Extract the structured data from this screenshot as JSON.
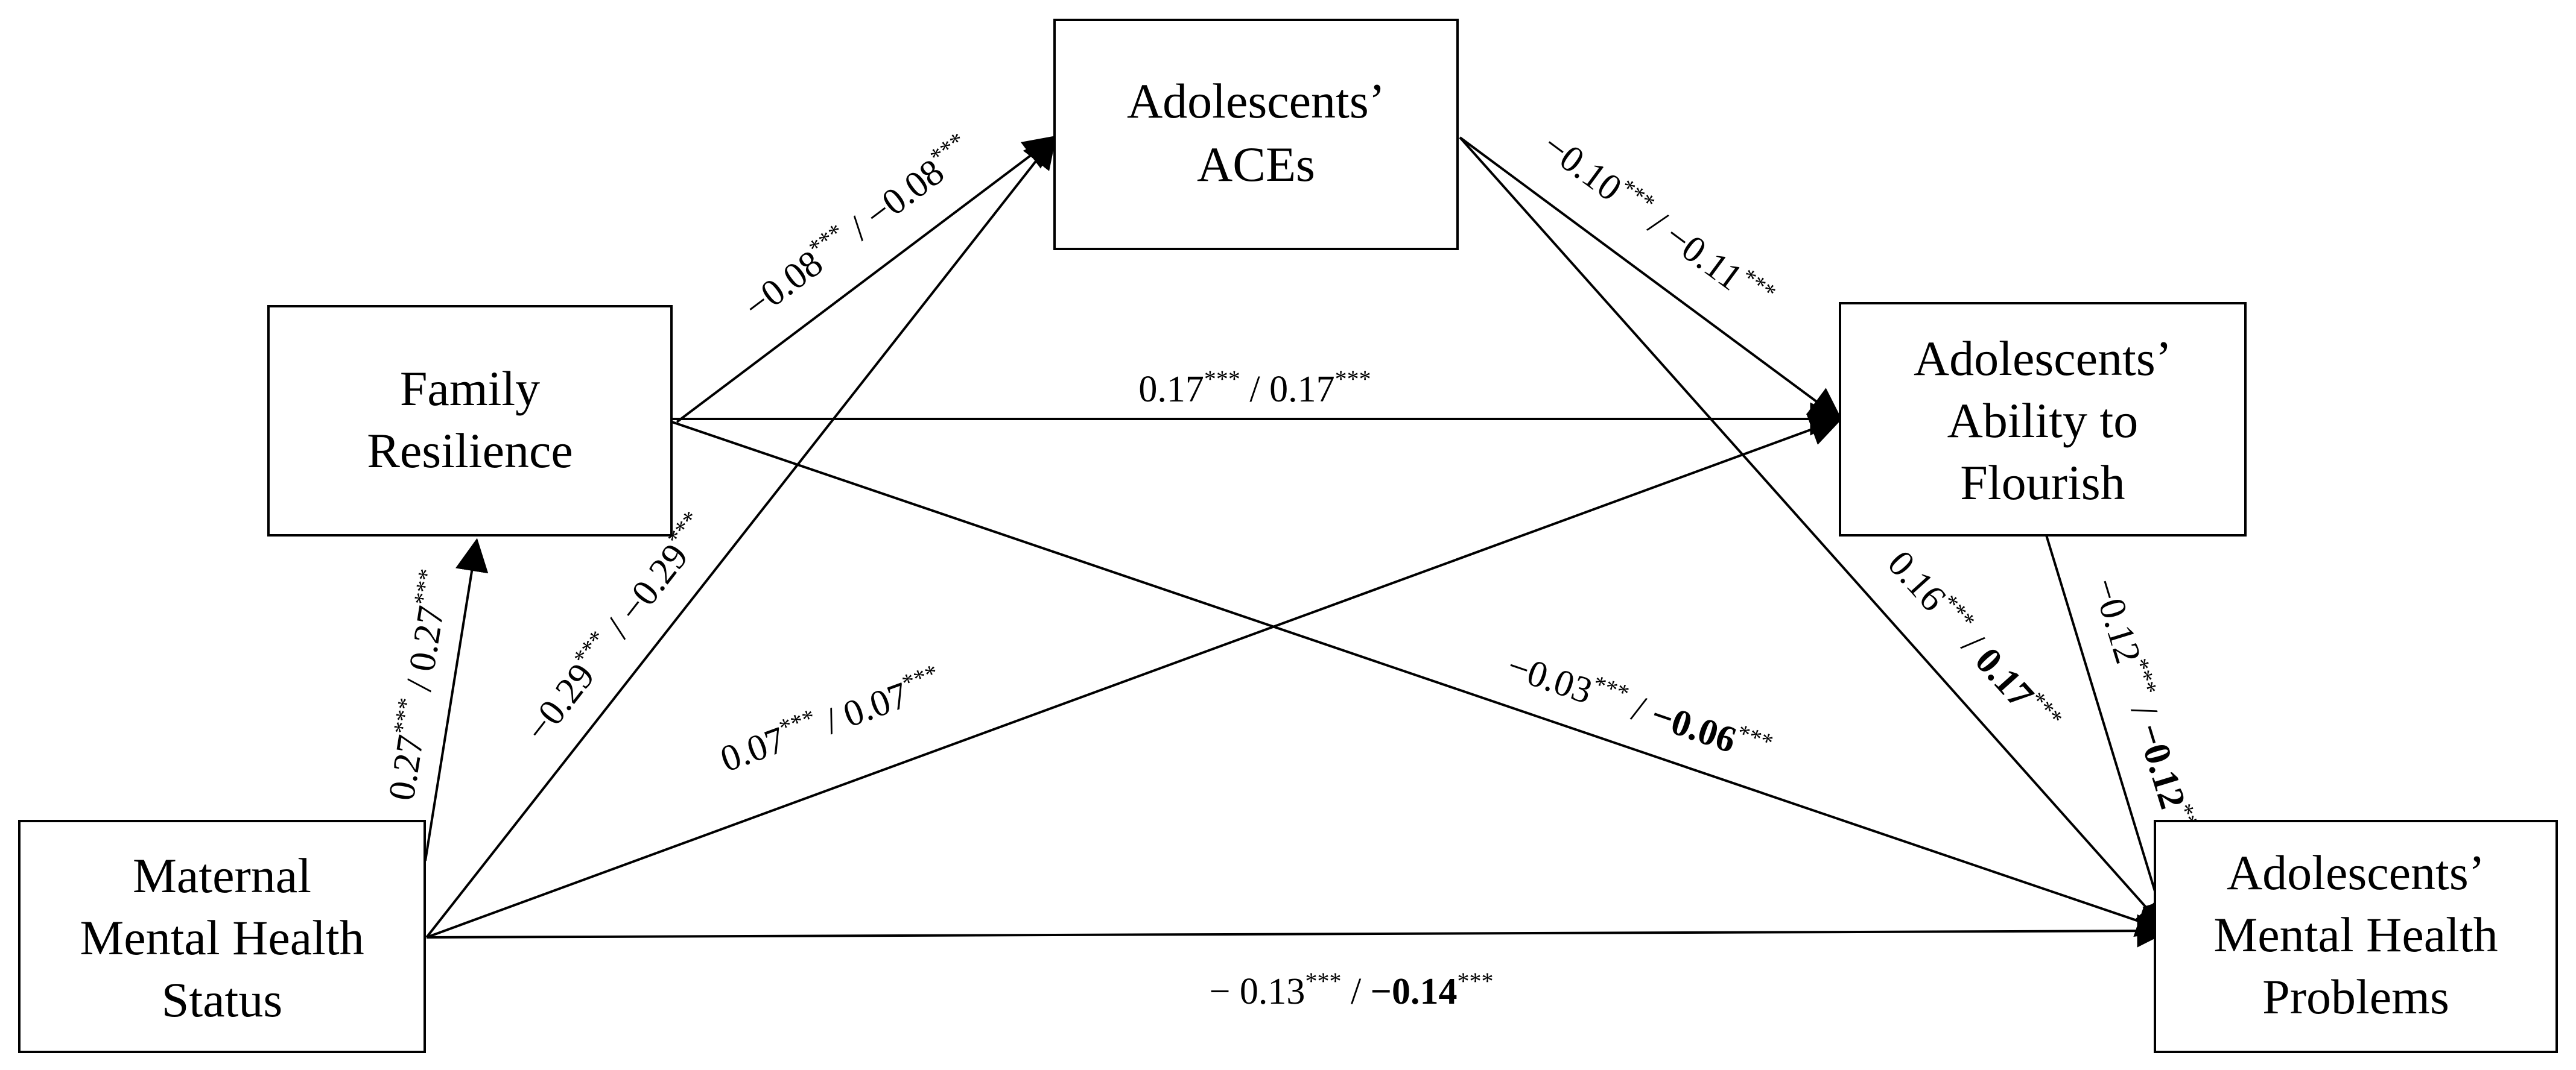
{
  "nodes": {
    "aces": {
      "lines": [
        "Adolescents’",
        "ACEs"
      ]
    },
    "family": {
      "lines": [
        "Family",
        "Resilience"
      ]
    },
    "flourish": {
      "lines": [
        "Adolescents’",
        "Ability to",
        "Flourish"
      ]
    },
    "maternal": {
      "lines": [
        "Maternal",
        "Mental Health",
        "Status"
      ]
    },
    "mental": {
      "lines": [
        "Adolescents’",
        "Mental Health",
        "Problems"
      ]
    }
  },
  "edges": {
    "family_aces": {
      "a": "−0.08",
      "a_sup": "***",
      "sep": " / ",
      "b": "−0.08",
      "b_sup": "***"
    },
    "aces_flourish": {
      "a": "−0.10",
      "a_sup": "***",
      "sep": " / ",
      "b": "−0.11",
      "b_sup": "***"
    },
    "family_flourish": {
      "a": "0.17",
      "a_sup": "***",
      "sep": " / ",
      "b": "0.17",
      "b_sup": "***"
    },
    "maternal_family": {
      "a": "0.27",
      "a_sup": "***",
      "sep": " / ",
      "b": "0.27",
      "b_sup": "***"
    },
    "maternal_aces": {
      "a": "−0.29",
      "a_sup": "***",
      "sep": " / ",
      "b": "−0.29",
      "b_sup": "***"
    },
    "maternal_flourish": {
      "a": "0.07",
      "a_sup": "***",
      "sep": " / ",
      "b": "0.07",
      "b_sup": "***"
    },
    "family_mental": {
      "a": "−0.03",
      "a_sup": "***",
      "sep": " / ",
      "b": "−0.06",
      "b_sup": "***"
    },
    "aces_mental": {
      "a": "0.16",
      "a_sup": "***",
      "sep": " / ",
      "b": "0.17",
      "b_sup": "***"
    },
    "flourish_mental": {
      "a": "−0.12",
      "a_sup": "***",
      "sep": " / ",
      "b": "−0.12",
      "b_sup": "***"
    },
    "maternal_mental": {
      "a": "− 0.13",
      "a_sup": "***",
      "sep": " / ",
      "b": "−0.14",
      "b_sup": "***"
    }
  }
}
